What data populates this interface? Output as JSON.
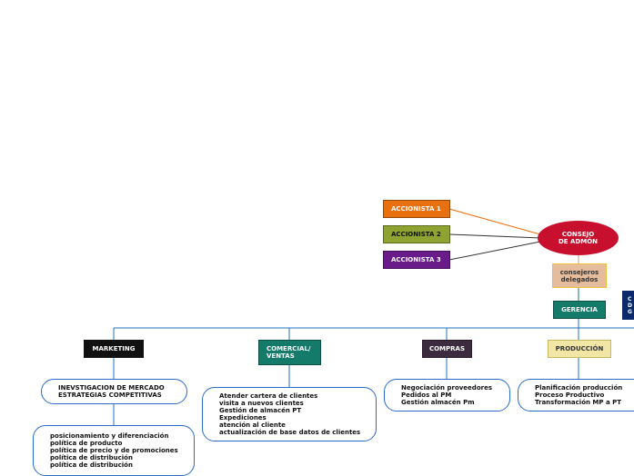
{
  "colors": {
    "accionista1": "#e8700e",
    "accionista2": "#8ea331",
    "accionista3": "#6a1b8a",
    "consejo": "#c8102e",
    "delegados": "#e6bd9c",
    "gerencia": "#147a6a",
    "marketing": "#111111",
    "comercial": "#147a6a",
    "compras": "#3c2a3e",
    "produccion": "#f2e6a6",
    "cdg": "#0c2a6b",
    "branch_line": "#1f72c4"
  },
  "nodes": {
    "accionista1": "ACCIONISTA 1",
    "accionista2": "ACCIONISTA 2",
    "accionista3": "ACCIONISTA 3",
    "consejo": "CONSEJO\nDE ADMÓN",
    "delegados": "consejeros\ndelegados",
    "gerencia": "GERENCIA",
    "cdg": "C\nD\nG",
    "marketing": "MARKETING",
    "comercial": "COMERCIAL/\nVENTAS",
    "compras": "COMPRAS",
    "produccion": "PRODUCCIÓN"
  },
  "details": {
    "marketing_1": "INEVSTIGACION DE MERCADO\nESTRATEGIAS COMPETITIVAS",
    "marketing_2": "posicionamiento y diferenciación\npolítica de producto\npolítica de precio y de promociones\npolítica de distribución\npolítica de distribución",
    "comercial": "Atender cartera de clientes\nvisita a nuevos clientes\nGestión de almacén PT\nExpediciones\natención al cliente\nactualización de base datos de clientes",
    "compras": "Negociación proveedores\nPedidos al PM\nGestión almacén Pm",
    "produccion": "Planificación producción\nProceso Productivo\nTransformación MP a PT"
  }
}
